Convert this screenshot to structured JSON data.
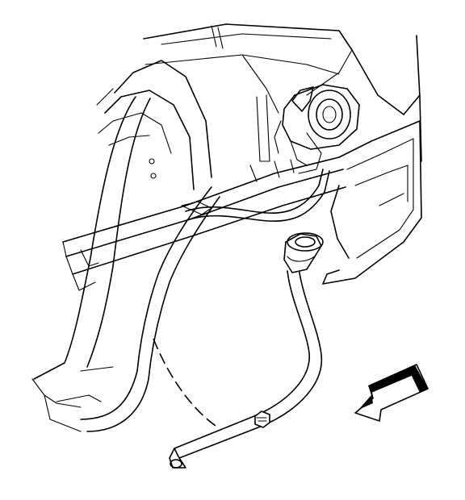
{
  "diagram": {
    "parts": [
      "quarter-panel-body",
      "rear-wheel-opening",
      "fuel-filler-door-housing",
      "fuel-filler-neck",
      "filler-neck-mounting-bracket",
      "vent-hose",
      "direction-arrow"
    ],
    "arrow_direction": "down-left",
    "colors": {
      "line": "#000000",
      "background": "#ffffff"
    }
  }
}
